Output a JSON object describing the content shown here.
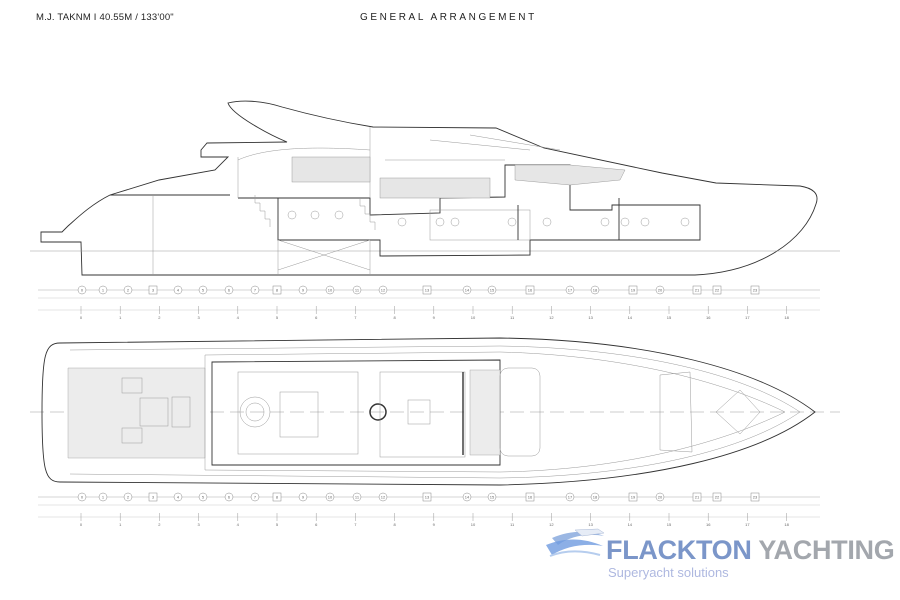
{
  "header": {
    "vessel": "M.J. TAKNM  I  40.55M / 133'00\"",
    "title": "GENERAL ARRANGEMENT"
  },
  "drawing": {
    "frames": [
      "0",
      "1",
      "2",
      "3",
      "4",
      "5",
      "6",
      "7",
      "8",
      "9",
      "10",
      "11",
      "12",
      "13",
      "14",
      "15",
      "16",
      "17",
      "18",
      "19",
      "20",
      "21",
      "22",
      "23"
    ],
    "square_frames": [
      "3",
      "8",
      "13",
      "16",
      "19",
      "21",
      "22",
      "23"
    ],
    "stations": [
      "0",
      "1",
      "2",
      "3",
      "4",
      "5",
      "6",
      "7",
      "8",
      "9",
      "10",
      "11",
      "12",
      "13",
      "14",
      "15",
      "16",
      "17",
      "18"
    ]
  },
  "logo": {
    "name_part1": "FLACKTON",
    "name_part2": "YACHTING",
    "tagline": "Superyacht solutions",
    "color_primary": "#7b96c9",
    "color_secondary": "#a3a7ad"
  }
}
